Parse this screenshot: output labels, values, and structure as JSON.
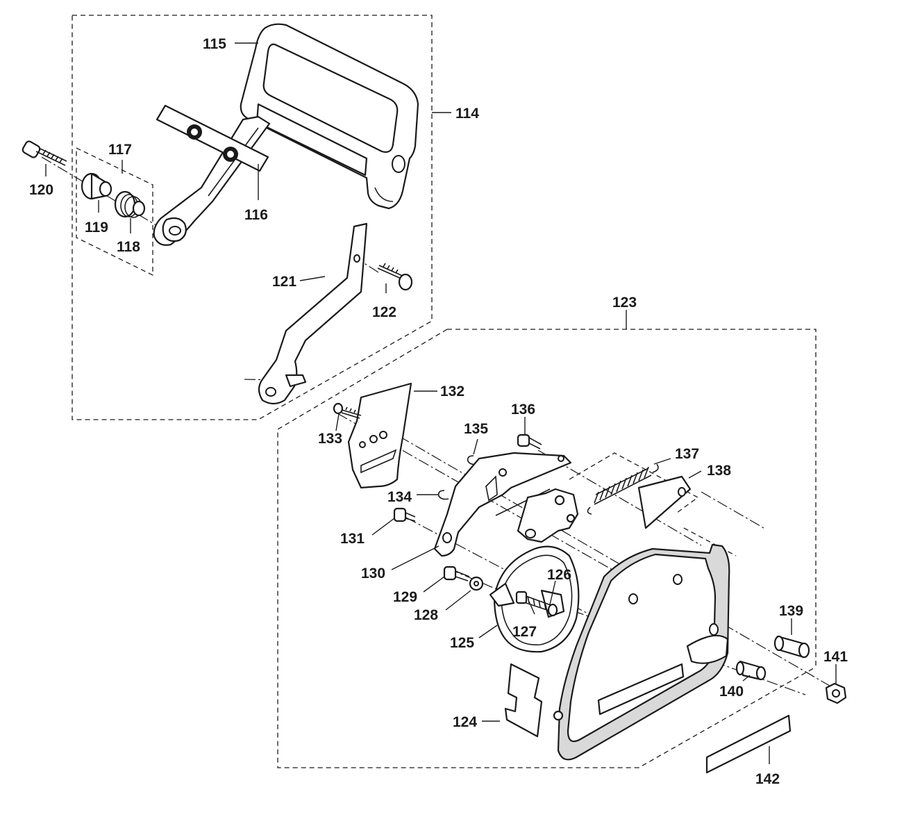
{
  "diagram": {
    "part_labels": [
      "114",
      "115",
      "116",
      "117",
      "118",
      "119",
      "120",
      "121",
      "122",
      "123",
      "124",
      "125",
      "126",
      "127",
      "128",
      "129",
      "130",
      "131",
      "132",
      "133",
      "134",
      "135",
      "136",
      "137",
      "138",
      "139",
      "140",
      "141",
      "142"
    ]
  }
}
